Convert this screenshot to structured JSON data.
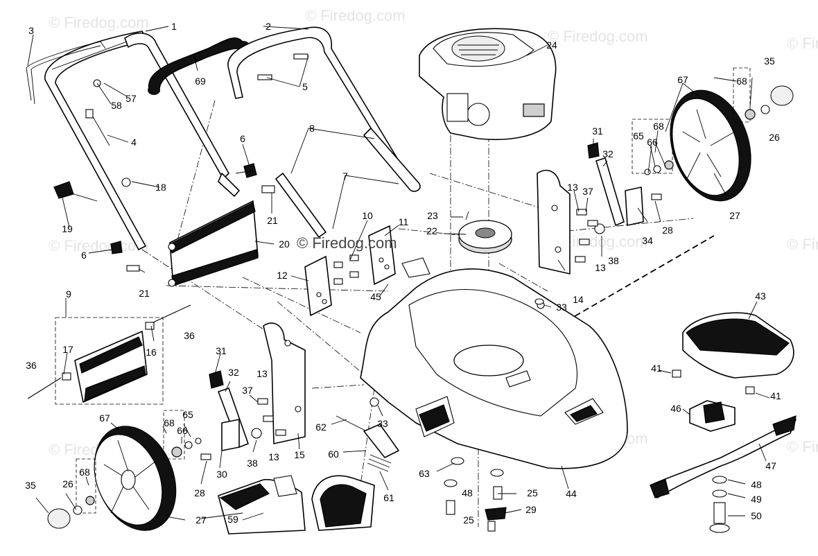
{
  "watermarks": {
    "tile_text": "© Firedog.com",
    "center_text": "© Firedog.com"
  },
  "parts": {
    "p1": "1",
    "p2": "2",
    "p3": "3",
    "p4": "4",
    "p5": "5",
    "p6a": "6",
    "p6b": "6",
    "p7": "7",
    "p8": "8",
    "p9": "9",
    "p10": "10",
    "p11": "11",
    "p12": "12",
    "p13a": "13",
    "p13b": "13",
    "p13c": "13",
    "p13d": "13",
    "p14": "14",
    "p15": "15",
    "p16": "16",
    "p17": "17",
    "p18": "18",
    "p19": "19",
    "p20": "20",
    "p21a": "21",
    "p21b": "21",
    "p22": "22",
    "p23": "23",
    "p24": "24",
    "p25a": "25",
    "p25b": "25",
    "p26a": "26",
    "p26b": "26",
    "p27a": "27",
    "p27b": "27",
    "p28a": "28",
    "p28b": "28",
    "p29": "29",
    "p30": "30",
    "p31a": "31",
    "p31b": "31",
    "p32a": "32",
    "p32b": "32",
    "p33a": "33",
    "p33b": "33",
    "p34": "34",
    "p35a": "35",
    "p35b": "35",
    "p36a": "36",
    "p36b": "36",
    "p37a": "37",
    "p37b": "37",
    "p38a": "38",
    "p38b": "38",
    "p41a": "41",
    "p41b": "41",
    "p43": "43",
    "p44": "44",
    "p45": "45",
    "p46": "46",
    "p47": "47",
    "p48a": "48",
    "p48b": "48",
    "p49": "49",
    "p50": "50",
    "p57": "57",
    "p58": "58",
    "p59": "59",
    "p60": "60",
    "p61": "61",
    "p62": "62",
    "p63": "63",
    "p65a": "65",
    "p65b": "65",
    "p66a": "66",
    "p66b": "66",
    "p67a": "67",
    "p67b": "67",
    "p68a": "68",
    "p68b": "68",
    "p68c": "68",
    "p68d": "68",
    "p69": "69"
  }
}
